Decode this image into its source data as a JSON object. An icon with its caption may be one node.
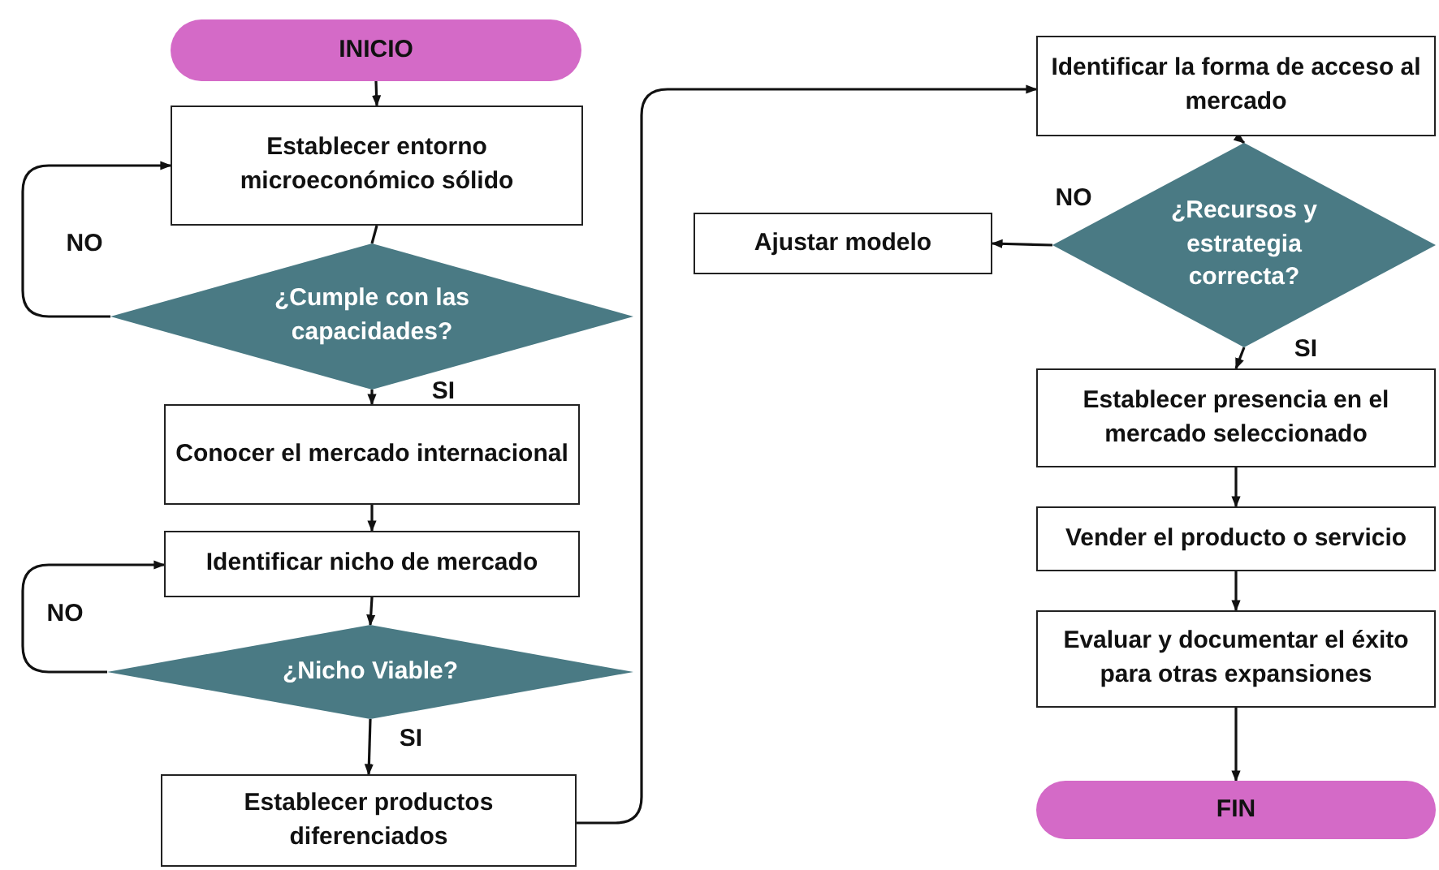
{
  "diagram": {
    "nodes": [
      {
        "text": [
          "INICIO"
        ]
      },
      {
        "text": [
          "Establecer entorno microeconómico sólido"
        ]
      },
      {
        "text": [
          "¿Cumple con las capacidades?"
        ]
      },
      {
        "text": [
          "Conocer el mercado internacional"
        ]
      },
      {
        "text": [
          "Identificar nicho de mercado"
        ]
      },
      {
        "text": [
          "¿Nicho Viable?"
        ]
      },
      {
        "text": [
          "Establecer productos diferenciados"
        ]
      },
      {
        "text": [
          "Identificar la forma de acceso al mercado"
        ]
      },
      {
        "text": [
          "¿Recursos y estrategia correcta?"
        ]
      },
      {
        "text": [
          "Ajustar modelo"
        ]
      },
      {
        "text": [
          "Establecer presencia en el mercado seleccionado"
        ]
      },
      {
        "text": [
          "Vender el producto o servicio"
        ]
      },
      {
        "text": [
          "Evaluar y documentar el éxito para otras expansiones"
        ]
      },
      {
        "text": [
          "FIN"
        ]
      }
    ],
    "edges": [
      {
        "from": 0,
        "to": 1,
        "arrow": "to"
      },
      {
        "from": 1,
        "to": 2,
        "arrow": "none"
      },
      {
        "from": 2,
        "to": 1,
        "arrow": "to",
        "label": "NO"
      },
      {
        "from": 2,
        "to": 3,
        "arrow": "to",
        "label": "SI"
      },
      {
        "from": 3,
        "to": 4,
        "arrow": "to"
      },
      {
        "from": 4,
        "to": 5,
        "arrow": "to"
      },
      {
        "from": 5,
        "to": 4,
        "arrow": "to",
        "label": "NO"
      },
      {
        "from": 5,
        "to": 6,
        "arrow": "to",
        "label": "SI"
      },
      {
        "from": 6,
        "to": 7,
        "arrow": "to"
      },
      {
        "from": 7,
        "to": 8,
        "arrow": "to"
      },
      {
        "from": 8,
        "to": 9,
        "arrow": "to",
        "label": "NO"
      },
      {
        "from": 8,
        "to": 10,
        "arrow": "to",
        "label": "SI"
      },
      {
        "from": 10,
        "to": 11,
        "arrow": "to"
      },
      {
        "from": 11,
        "to": 12,
        "arrow": "to"
      },
      {
        "from": 12,
        "to": 13,
        "arrow": "to"
      }
    ]
  }
}
